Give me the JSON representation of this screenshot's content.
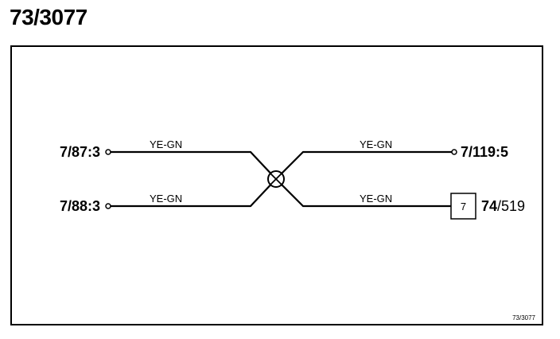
{
  "title": "73/3077",
  "diagram": {
    "left_terminals": [
      {
        "label": "7/87:3",
        "wire_color": "YE-GN"
      },
      {
        "label": "7/88:3",
        "wire_color": "YE-GN"
      }
    ],
    "right_terminals": [
      {
        "label": "7/119:5",
        "wire_color": "YE-GN"
      },
      {
        "label_bold": "74",
        "label_rest": "/519",
        "pin": "7",
        "wire_color": "YE-GN"
      }
    ],
    "footer_ref": "73/3077"
  }
}
